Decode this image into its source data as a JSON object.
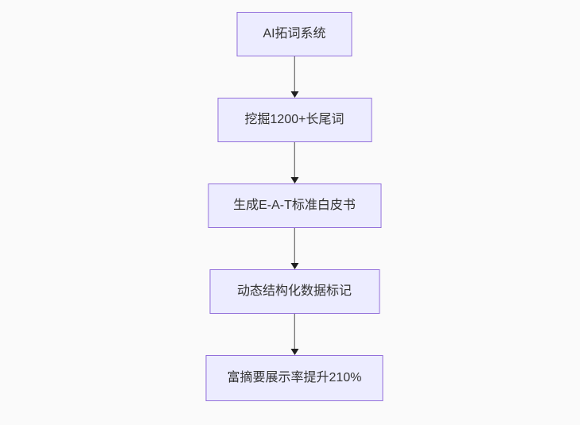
{
  "page": {
    "background_color": "#fafafa"
  },
  "flowchart": {
    "type": "flowchart-top-down",
    "style": {
      "node_fill": "#ECECFF",
      "node_border": "#9370DB",
      "text_color": "#333333",
      "arrow_color": "#333333"
    },
    "nodes": [
      {
        "label": "AI拓词系统"
      },
      {
        "label": "挖掘1200+长尾词"
      },
      {
        "label": "生成E-A-T标准白皮书"
      },
      {
        "label": "动态结构化数据标记"
      },
      {
        "label": "富摘要展示率提升210%"
      }
    ],
    "edges": [
      {
        "from": 0,
        "to": 1
      },
      {
        "from": 1,
        "to": 2
      },
      {
        "from": 2,
        "to": 3
      },
      {
        "from": 3,
        "to": 4
      }
    ]
  }
}
